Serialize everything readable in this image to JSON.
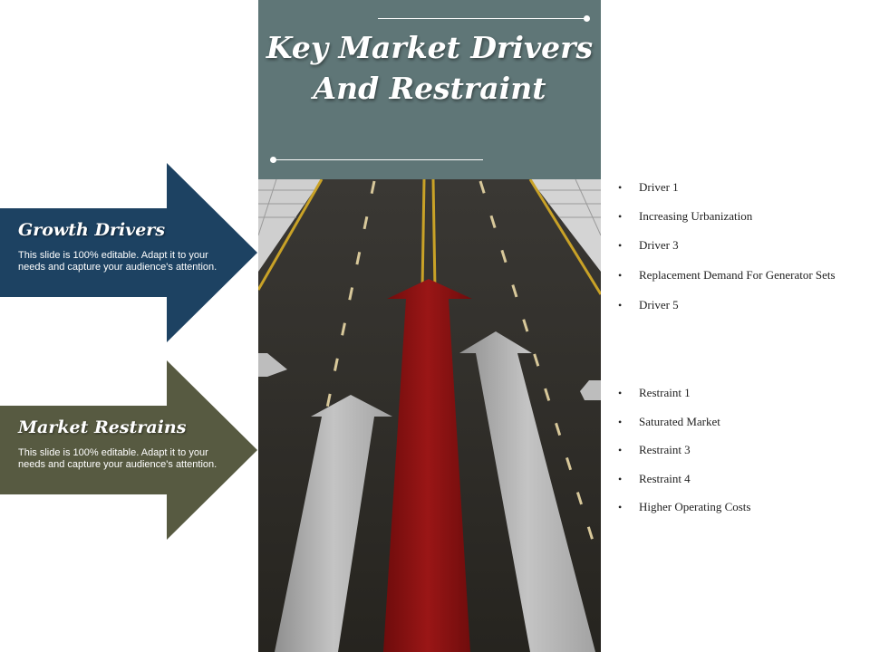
{
  "title": "Key Market Drivers And Restraint",
  "growth": {
    "heading": "Growth Drivers",
    "body": "This slide is 100% editable. Adapt it to your needs and capture your audience's attention.",
    "color": "#1d4262"
  },
  "restrains": {
    "heading": "Market Restrains",
    "body": "This slide is 100% editable. Adapt it to your needs and capture your audience's attention.",
    "color": "#575a41"
  },
  "drivers": [
    "Driver 1",
    "Increasing Urbanization",
    "Driver 3",
    "Replacement Demand For Generator Sets",
    "Driver 5"
  ],
  "restraints": [
    "Restraint 1",
    "Saturated Market",
    "Restraint 3",
    "Restraint 4",
    "Higher Operating Costs"
  ],
  "colors": {
    "title_bg": "#5f7677",
    "road": "#2f2d29",
    "red_arrow": "#8b1212",
    "white_arrow": "#b8b8b8",
    "lane_yellow": "#c9a227"
  }
}
